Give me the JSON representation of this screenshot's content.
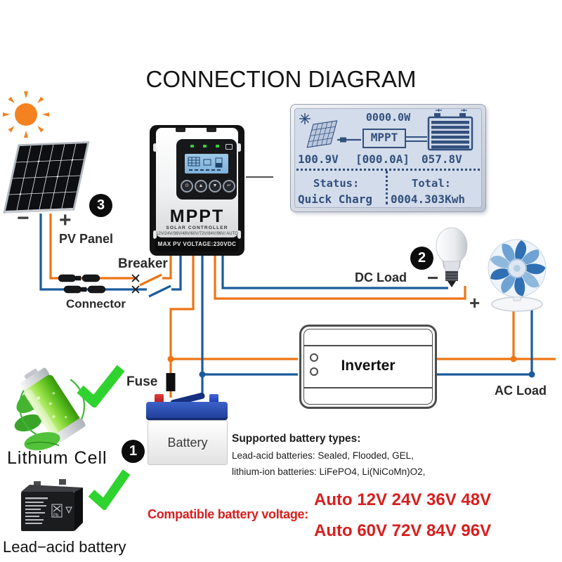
{
  "title": "CONNECTION DIAGRAM",
  "lcd_display": {
    "power": "0000.0W",
    "mppt_label": "MPPT",
    "pv_voltage": "100.9V",
    "current": "[000.0A]",
    "battery_voltage": "057.8V",
    "status_label": "Status:",
    "status_value": "Quick Charg",
    "total_label": "Total:",
    "total_value": "0004.303Kwh"
  },
  "controller": {
    "brand": "MPPT",
    "subtitle": "SOLAR CONTROLLER",
    "voltage_modes": "12V/24V/36V/48V/60V/72V/84V/96V/ AUTO",
    "max_pv": "MAX PV VOLTAGE:230VDC",
    "buttons": [
      "⊙",
      "▲",
      "▼",
      "↵"
    ]
  },
  "labels": {
    "pv_panel": "PV Panel",
    "breaker": "Breaker",
    "connector": "Connector",
    "dc_load": "DC Load",
    "ac_load": "AC Load",
    "fuse": "Fuse",
    "battery": "Battery",
    "inverter": "Inverter",
    "lithium_cell": "Lithium Cell",
    "lead_acid": "Lead−acid battery",
    "minus": "−",
    "plus": "+"
  },
  "badges": {
    "battery": "1",
    "dc_load": "2",
    "pv_panel": "3"
  },
  "battery_info": {
    "heading": "Supported battery types:",
    "lead_acid_line": "Lead-acid batteries: Sealed, Flooded, GEL,",
    "lithium_line": "lithium-ion batteries: LiFePO4, Li(NiCoMn)O2,"
  },
  "voltage_info": {
    "label": "Compatible battery voltage:",
    "row1": "Auto 12V 24V 36V 48V",
    "row2": "Auto 60V 72V 84V 96V"
  },
  "art": {
    "lead_acid_marking": "Pb"
  },
  "colors": {
    "wire_positive": "#ee7514",
    "wire_negative": "#1b5b9d",
    "accent_red": "#d81e1e",
    "check_green": "#2fd32f",
    "sun_orange": "#f58220",
    "lcd_text": "#32507e",
    "lcd_bg": "#d3dcea"
  }
}
